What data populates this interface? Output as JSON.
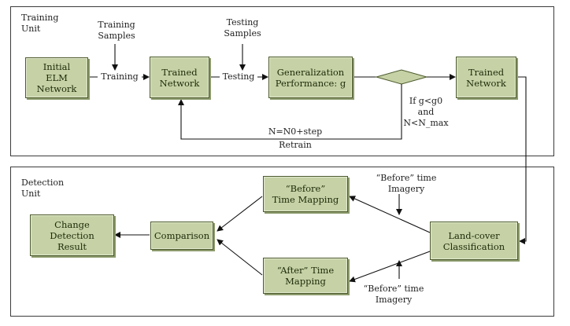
{
  "training_unit": {
    "title": "Training\nUnit",
    "boxes": {
      "initial": "Initial\nELM\nNetwork",
      "trained1": "Trained\nNetwork",
      "generalization": "Generalization\nPerformance: g",
      "trained2": "Trained\nNetwork"
    },
    "labels": {
      "training_samples": "Training\nSamples",
      "testing_samples": "Testing\nSamples",
      "training_arrow": "Training",
      "testing_arrow": "Testing",
      "condition": "If g<g0\nand\nN<N_max",
      "retrain": "N=N0+step\nRetrain"
    }
  },
  "detection_unit": {
    "title": "Detection\nUnit",
    "boxes": {
      "change": "Change\nDetection\nResult",
      "comparison": "Comparison",
      "before_mapping": "“Before”\nTime Mapping",
      "after_mapping": "“After”  Time\nMapping",
      "landcover": "Land-cover\nClassification"
    },
    "labels": {
      "before_imagery_top": "“Before” time\nImagery",
      "before_imagery_bottom": "“Before”  time\nImagery"
    }
  }
}
